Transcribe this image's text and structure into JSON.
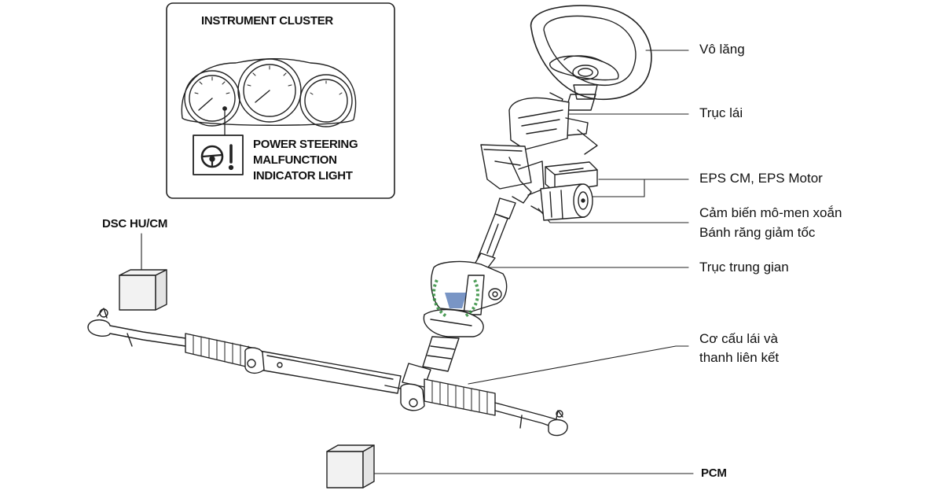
{
  "panel": {
    "title": "INSTRUMENT CLUSTER",
    "warning_lines": [
      "POWER STEERING",
      "MALFUNCTION",
      "INDICATOR LIGHT"
    ],
    "icon": "steering-warning-icon"
  },
  "tags": {
    "dsc": "DSC HU/CM",
    "pcm": "PCM"
  },
  "callouts": {
    "steering_wheel": "Vô lăng",
    "steering_shaft": "Trục lái",
    "eps": "EPS CM, EPS Motor",
    "torque_sensor": "Cảm biến mô-men xoắn",
    "reduction_gear": "Bánh răng giảm tốc",
    "intermediate_shaft": "Trục trung gian",
    "gear_line1": "Cơ cấu lái và",
    "gear_line2": "thanh liên kết"
  },
  "colors": {
    "line": "#222222",
    "component_fill": "#f2f2f2",
    "logo_green": "#2e8b3a",
    "logo_blue": "#1f4fa0"
  }
}
